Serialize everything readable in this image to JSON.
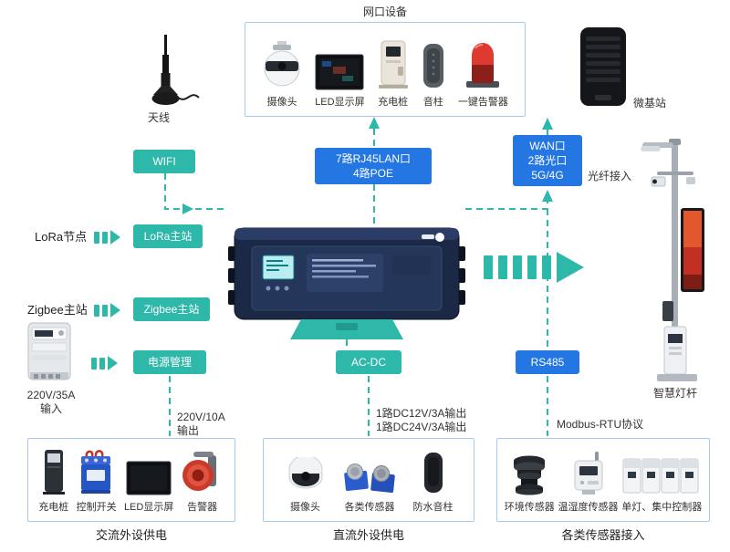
{
  "colors": {
    "teal": "#2EB8A9",
    "blue": "#2476E3"
  },
  "top_group": {
    "title": "网口设备",
    "items": [
      "摄像头",
      "LED显示屏",
      "充电桩",
      "音柱",
      "一键告警器"
    ]
  },
  "antenna": {
    "label": "天线"
  },
  "base_station": {
    "label": "微基站"
  },
  "nodes": {
    "wifi": "WIFI",
    "lan": {
      "line1": "7路RJ45LAN口",
      "line2": "4路POE"
    },
    "wan": {
      "line1": "WAN口",
      "line2": "2路光口",
      "line3": "5G/4G"
    },
    "lora": "LoRa主站",
    "zigbee": "Zigbee主站",
    "power": "电源管理",
    "acdc": "AC-DC",
    "rs485": "RS485"
  },
  "side_labels": {
    "lora_node": "LoRa节点",
    "zigbee_master": "Zigbee主站",
    "fiber": "光纤接入",
    "pole": "智慧灯杆",
    "modbus": "Modbus-RTU协议"
  },
  "power_io": {
    "input_line1": "220V/35A",
    "input_line2": "输入",
    "ac_out_line1": "220V/10A",
    "ac_out_line2": "输出",
    "dc_out_line1": "1路DC12V/3A输出",
    "dc_out_line2": "1路DC24V/3A输出"
  },
  "ac_group": {
    "caption": "交流外设供电",
    "items": [
      "充电桩",
      "控制开关",
      "LED显示屏",
      "告警器"
    ]
  },
  "dc_group": {
    "caption": "直流外设供电",
    "items": [
      "摄像头",
      "各类传感器",
      "防水音柱"
    ]
  },
  "sensor_group": {
    "caption": "各类传感器接入",
    "items": [
      "环境传感器",
      "温湿度传感器",
      "单灯、集中控制器"
    ]
  }
}
